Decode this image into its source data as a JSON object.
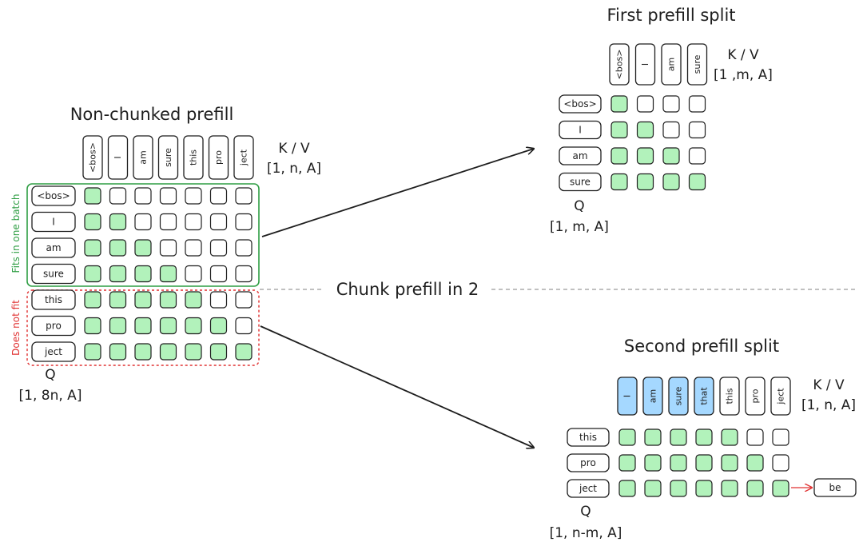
{
  "colors": {
    "green_cell": "#b2f2bb",
    "blue_cell": "#a5d8ff",
    "white_cell": "#ffffff",
    "stroke": "#1e1e1e",
    "fit_green": "#2f9e44",
    "notfit_red": "#e03131",
    "chunk_line": "#9a9a9a",
    "next_arrow": "#e03131"
  },
  "left": {
    "title": "Non-chunked prefill",
    "kv_label": "K / V",
    "kv_dims": "[1, n, A]",
    "kv_tokens": [
      "<bos>",
      "I",
      "am",
      "sure",
      "this",
      "pro",
      "ject"
    ],
    "q_tokens": [
      "<bos>",
      "I",
      "am",
      "sure",
      "this",
      "pro",
      "ject"
    ],
    "q_label": "Q",
    "q_dims": "[1, 8n, A]",
    "fits_label": "Fits in one batch",
    "notfit_label": "Does not fit",
    "grid": [
      [
        1,
        0,
        0,
        0,
        0,
        0,
        0
      ],
      [
        1,
        1,
        0,
        0,
        0,
        0,
        0
      ],
      [
        1,
        1,
        1,
        0,
        0,
        0,
        0
      ],
      [
        1,
        1,
        1,
        1,
        0,
        0,
        0
      ],
      [
        1,
        1,
        1,
        1,
        1,
        0,
        0
      ],
      [
        1,
        1,
        1,
        1,
        1,
        1,
        0
      ],
      [
        1,
        1,
        1,
        1,
        1,
        1,
        1
      ]
    ]
  },
  "chunk_label": "Chunk prefill in 2",
  "first_split": {
    "title": "First prefill split",
    "kv_label": "K / V",
    "kv_dims": "[1 ,m, A]",
    "kv_tokens": [
      "<bos>",
      "I",
      "am",
      "sure"
    ],
    "q_tokens": [
      "<bos>",
      "I",
      "am",
      "sure"
    ],
    "q_label": "Q",
    "q_dims": "[1, m, A]",
    "grid": [
      [
        1,
        0,
        0,
        0
      ],
      [
        1,
        1,
        0,
        0
      ],
      [
        1,
        1,
        1,
        0
      ],
      [
        1,
        1,
        1,
        1
      ]
    ]
  },
  "second_split": {
    "title": "Second prefill split",
    "kv_label": "K / V",
    "kv_dims": "[1, n, A]",
    "kv_tokens": [
      "I",
      "am",
      "sure",
      "that",
      "this",
      "pro",
      "ject"
    ],
    "kv_cached": [
      true,
      true,
      true,
      true,
      false,
      false,
      false
    ],
    "q_tokens": [
      "this",
      "pro",
      "ject"
    ],
    "q_label": "Q",
    "q_dims": "[1, n-m, A]",
    "next_token": "be",
    "grid": [
      [
        1,
        1,
        1,
        1,
        1,
        0,
        0
      ],
      [
        1,
        1,
        1,
        1,
        1,
        1,
        0
      ],
      [
        1,
        1,
        1,
        1,
        1,
        1,
        1
      ]
    ]
  }
}
